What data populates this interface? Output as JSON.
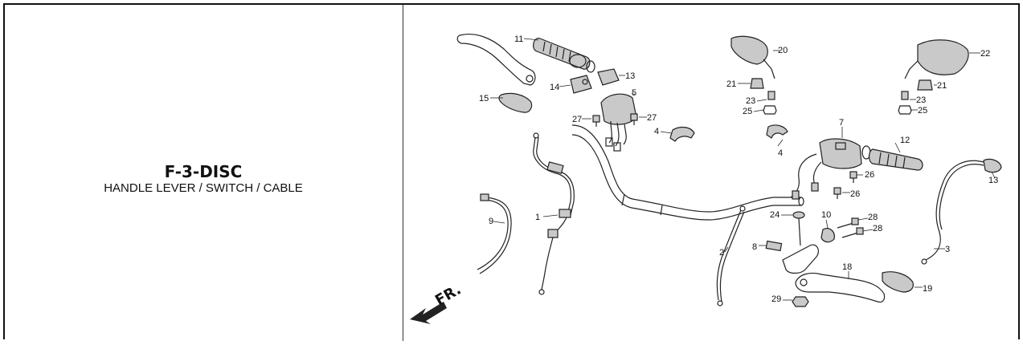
{
  "section": {
    "code": "F-3-DISC",
    "subtitle": "HANDLE LEVER / SWITCH / CABLE"
  },
  "direction": {
    "label": "FR."
  },
  "callouts": {
    "c1": "1",
    "c2": "2",
    "c3": "3",
    "c4a": "4",
    "c4b": "4",
    "c5": "5",
    "c7": "7",
    "c8": "8",
    "c9": "9",
    "c10": "10",
    "c11": "11",
    "c12": "12",
    "c13a": "13",
    "c13b": "13",
    "c14": "14",
    "c15": "15",
    "c18": "18",
    "c19": "19",
    "c20": "20",
    "c21a": "21",
    "c21b": "21",
    "c22": "22",
    "c23a": "23",
    "c23b": "23",
    "c24": "24",
    "c25a": "25",
    "c25b": "25",
    "c26a": "26",
    "c26b": "26",
    "c27a": "27",
    "c27b": "27",
    "c28a": "28",
    "c28b": "28",
    "c29": "29"
  }
}
